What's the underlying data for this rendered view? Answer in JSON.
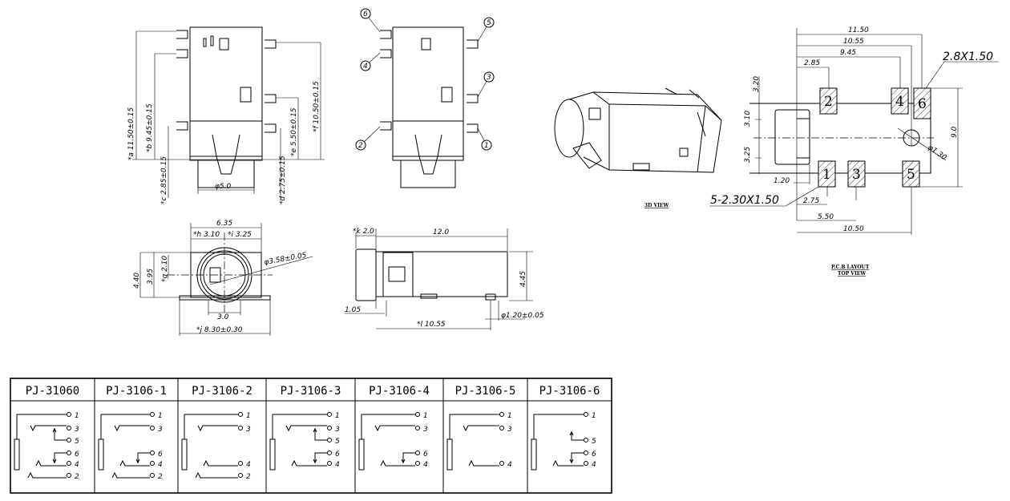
{
  "front_view": {
    "dims": [
      "*a 11.50±0.15",
      "*b 9.45±0.15",
      "*c 2.85±0.15",
      "φ5.0",
      "*d 2.75±0.15",
      "*e 5.50±0.15",
      "*f 10.50±0.15"
    ]
  },
  "pin_view": {
    "pins": [
      "6",
      "4",
      "2",
      "5",
      "3",
      "1"
    ]
  },
  "iso_view": {
    "caption": "3D VIEW"
  },
  "pcb_layout": {
    "caption_line1": "P.C.B LAYOUT",
    "caption_line2": "TOP VIEW",
    "pads": [
      "2",
      "4",
      "6",
      "1",
      "3",
      "5"
    ],
    "dims": [
      "11.50",
      "10.55",
      "9.45",
      "2.85",
      "3.20",
      "3.10",
      "3.25",
      "1.20",
      "2.75",
      "5.50",
      "10.50",
      "9.0",
      "φ1.30"
    ],
    "pad_note_large": "2.8X1.50",
    "pad_note_small": "5-2.30X1.50"
  },
  "end_view": {
    "dims": [
      "6.35",
      "*h 3.10",
      "*i 3.25",
      "φ3.58±0.05",
      "4.40",
      "3.95",
      "*g 2.10",
      "3.0",
      "*j 8.30±0.30"
    ]
  },
  "side_view": {
    "dims": [
      "*k 2.0",
      "12.0",
      "4.45",
      "1.05",
      "*l 10.55",
      "φ1.20±0.05"
    ]
  },
  "variants_table": {
    "columns": [
      {
        "model": "PJ-31060",
        "pins": [
          "1",
          "3",
          "5",
          "6",
          "4",
          "2"
        ],
        "sw35": true,
        "sw64": true
      },
      {
        "model": "PJ-3106-1",
        "pins": [
          "1",
          "3",
          "6",
          "4",
          "2"
        ],
        "sw35": false,
        "sw64": true
      },
      {
        "model": "PJ-3106-2",
        "pins": [
          "1",
          "3",
          "4",
          "2"
        ],
        "sw35": false,
        "sw64": false
      },
      {
        "model": "PJ-3106-3",
        "pins": [
          "1",
          "3",
          "5",
          "6",
          "4"
        ],
        "sw35": true,
        "sw64": true
      },
      {
        "model": "PJ-3106-4",
        "pins": [
          "1",
          "3",
          "6",
          "4"
        ],
        "sw35": false,
        "sw64": true
      },
      {
        "model": "PJ-3106-5",
        "pins": [
          "1",
          "3",
          "4"
        ],
        "sw35": false,
        "sw64": false
      },
      {
        "model": "PJ-3106-6",
        "pins": [
          "1",
          "5",
          "6",
          "4"
        ],
        "sw35": true,
        "sw64": true
      }
    ]
  }
}
